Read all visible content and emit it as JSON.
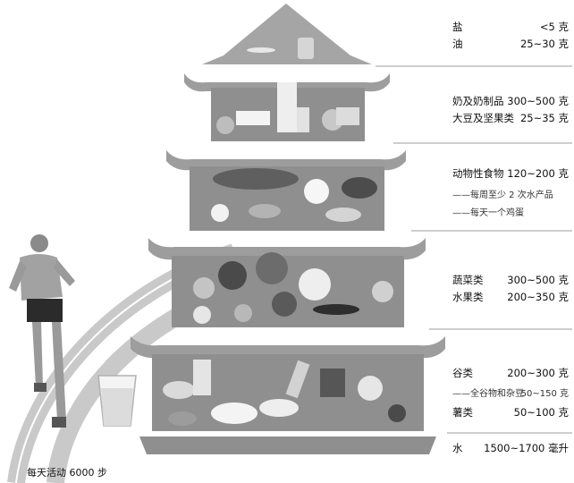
{
  "pyramid": {
    "levels": [
      {
        "id": "salt-oil",
        "rows": [
          {
            "name": "盐",
            "amount": "<5 克"
          },
          {
            "name": "油",
            "amount": "25~30 克"
          }
        ]
      },
      {
        "id": "dairy-soy",
        "rows": [
          {
            "name": "奶及奶制品",
            "amount": "300~500 克"
          },
          {
            "name": "大豆及坚果类",
            "amount": "25~35 克"
          }
        ]
      },
      {
        "id": "animal",
        "rows": [
          {
            "name": "动物性食物",
            "amount": "120~200 克"
          }
        ],
        "notes": [
          "——每周至少 2 次水产品",
          "——每天一个鸡蛋"
        ]
      },
      {
        "id": "veg-fruit",
        "rows": [
          {
            "name": "蔬菜类",
            "amount": "300~500 克"
          },
          {
            "name": "水果类",
            "amount": "200~350 克"
          }
        ]
      },
      {
        "id": "grains",
        "rows": [
          {
            "name": "谷类",
            "amount": "200~300 克"
          },
          {
            "name": "薯类",
            "amount": "50~100 克"
          }
        ],
        "subnote": {
          "text": "——全谷物和杂豆",
          "amount": "50~150 克"
        }
      },
      {
        "id": "water",
        "rows": [
          {
            "name": "水",
            "amount": "1500~1700 毫升"
          }
        ]
      }
    ]
  },
  "activity": {
    "text": "每天活动 6000 步"
  }
}
